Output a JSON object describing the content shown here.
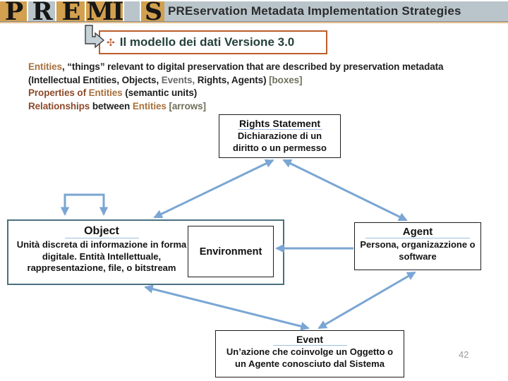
{
  "header": {
    "logo_letters": [
      {
        "text": "P",
        "bg": "tan"
      },
      {
        "text": "R",
        "bg": "gray"
      },
      {
        "text": "E",
        "bg": "tan"
      },
      {
        "text": "MI",
        "bg": "tan"
      },
      {
        "text": "",
        "bg": "gray"
      },
      {
        "text": "S",
        "bg": "tan"
      }
    ],
    "banner": "PREservation Metadata Implementation Strategies"
  },
  "title": {
    "icon": "✣",
    "text": "Il modello dei dati Versione 3.0"
  },
  "intro_lines": [
    [
      {
        "t": "Entities",
        "c": "tan"
      },
      {
        "t": ", “things” relevant to digital preservation that are described by preservation metadata",
        "c": "dark"
      }
    ],
    [
      {
        "t": "(Intellectual Entities, Objects, ",
        "c": "dark"
      },
      {
        "t": "Events,",
        "c": "gray"
      },
      {
        "t": " Rights, Agents) ",
        "c": "dark"
      },
      {
        "t": "[boxes]",
        "c": "olive"
      }
    ],
    [
      {
        "t": "Properties of ",
        "c": "brown"
      },
      {
        "t": "Entities",
        "c": "tan"
      },
      {
        "t": " (semantic units)",
        "c": "dark"
      }
    ],
    [
      {
        "t": "Relationships",
        "c": "brown"
      },
      {
        "t": " between ",
        "c": "dark"
      },
      {
        "t": "Entities",
        "c": "tan"
      },
      {
        "t": " [arrows]",
        "c": "olive"
      }
    ]
  ],
  "boxes": {
    "rights": {
      "title": "Rights Statement",
      "body": "Dichiarazione di un diritto o un permesso"
    },
    "object": {
      "title": "Object",
      "body": "Unità discreta di informazione in forma digitale. Entità Intellettuale, rappresentazione, file, o bitstream"
    },
    "environment": {
      "title": "Environment"
    },
    "agent": {
      "title": "Agent",
      "body": "Persona, organizazzione o software"
    },
    "event": {
      "title": "Event",
      "body": "Un’azione che coinvolge un Oggetto o un Agente conosciuto dal Sistema"
    }
  },
  "page_number": "42",
  "colors": {
    "arrow": "#7aa6d3",
    "object_border": "#4a7080",
    "title_border": "#bc5e2a",
    "logo_tan": "#d2a04f",
    "banner_bg": "#b9c5cb",
    "underline": "#9dbfdd"
  }
}
